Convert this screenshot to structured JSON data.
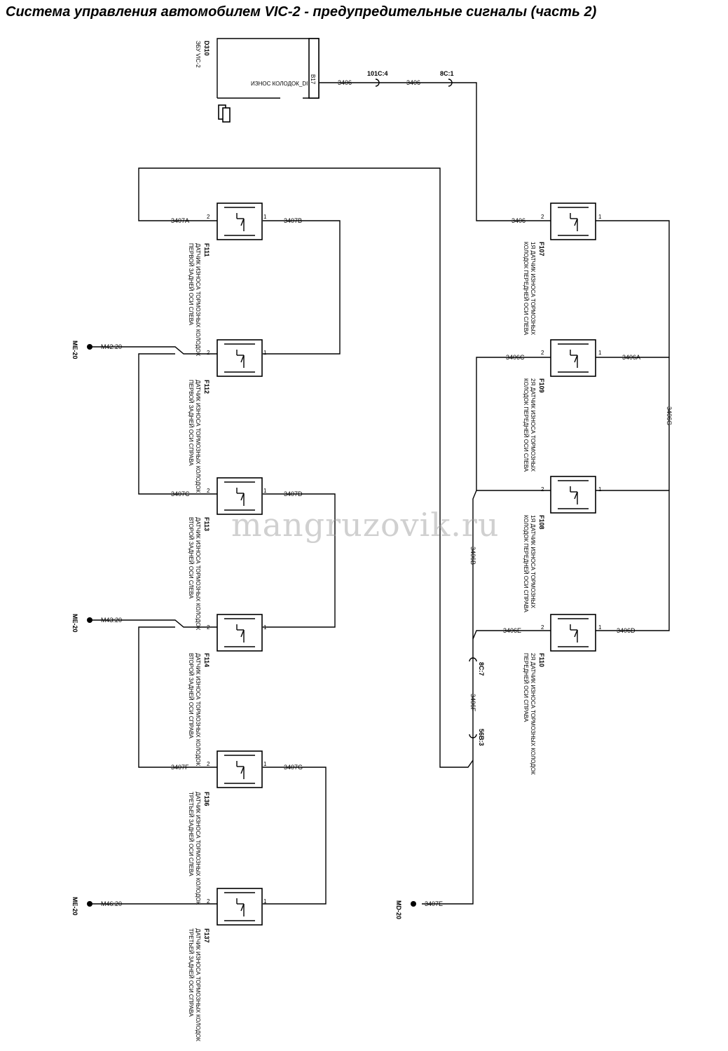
{
  "title": "Система управления автомобилем VIC-2 - предупредительные сигналы (часть 2)",
  "watermark": "mangruzovik.ru",
  "ecu": {
    "id": "D310",
    "name": "ЭБУ VIC-2",
    "signal": "ИЗНОС КОЛОДОК_DI",
    "pin": "B17"
  },
  "connectors": {
    "c101": "101C:4",
    "c8c1": "8C:1",
    "c8c7": "8C:7",
    "c56b": "56B:3"
  },
  "wires": {
    "w3406": "3406",
    "w3406A": "3406A",
    "w3406B": "3406B",
    "w3406C": "3406C",
    "w3406D": "3406D",
    "w3406E": "3406E",
    "w3406F": "3406F",
    "w3406G": "3406G",
    "w3407A": "3407A",
    "w3407B": "3407B",
    "w3407C": "3407C",
    "w3407D": "3407D",
    "w3407E": "3407E",
    "w3407F": "3407F",
    "w3407G": "3407G",
    "M42": "M42:20",
    "M43": "M43:20",
    "M46": "M46:20"
  },
  "grounds": {
    "me": "ME-20",
    "md": "MD-20"
  },
  "pins": {
    "p1": "1",
    "p2": "2"
  },
  "sensors": {
    "F107": {
      "id": "F107",
      "line1": "1Я ДАТЧИК ИЗНОСА ТОРМОЗНЫХ",
      "line2": "КОЛОДОК ПЕРЕДНЕЙ ОСИ СЛЕВА"
    },
    "F109": {
      "id": "F109",
      "line1": "2Я ДАТЧИК ИЗНОСА ТОРМОЗНЫХ",
      "line2": "КОЛОДОК ПЕРЕДНЕЙ ОСИ СЛЕВА"
    },
    "F108": {
      "id": "F108",
      "line1": "1Я ДАТЧИК ИЗНОСА ТОРМОЗНЫХ",
      "line2": "КОЛОДОК ПЕРЕДНЕЙ ОСИ СПРАВА"
    },
    "F110": {
      "id": "F110",
      "line1": "2Я ДАТЧИК ИЗНОСА ТОРМОЗНЫХ КОЛОДОК",
      "line2": "ПЕРЕДНЕЙ ОСИ СПРАВА"
    },
    "F111": {
      "id": "F111",
      "line1": "ДАТЧИК ИЗНОСА ТОРМОЗНЫХ КОЛОДОК",
      "line2": "ПЕРВОЙ ЗАДНЕЙ ОСИ СЛЕВА"
    },
    "F112": {
      "id": "F112",
      "line1": "ДАТЧИК ИЗНОСА ТОРМОЗНЫХ КОЛОДОК",
      "line2": "ПЕРВОЙ ЗАДНЕЙ ОСИ СПРАВА"
    },
    "F113": {
      "id": "F113",
      "line1": "ДАТЧИК ИЗНОСА ТОРМОЗНЫХ КОЛОДОК",
      "line2": "ВТОРОЙ ЗАДНЕЙ ОСИ СЛЕВА"
    },
    "F114": {
      "id": "F114",
      "line1": "ДАТЧИК ИЗНОСА ТОРМОЗНЫХ КОЛОДОК",
      "line2": "ВТОРОЙ ЗАДНЕЙ ОСИ СПРАВА"
    },
    "F136": {
      "id": "F136",
      "line1": "ДАТЧИК ИЗНОСА ТОРМОЗНЫХ КОЛОДОК",
      "line2": "ТРЕТЬЕЙ ЗАДНЕЙ ОСИ СЛЕВА"
    },
    "F137": {
      "id": "F137",
      "line1": "ДАТЧИК ИЗНОСА ТОРМОЗНЫХ КОЛОДОК",
      "line2": "ТРЕТЬЕЙ ЗАДНЕЙ ОСИ СПРАВА"
    }
  }
}
